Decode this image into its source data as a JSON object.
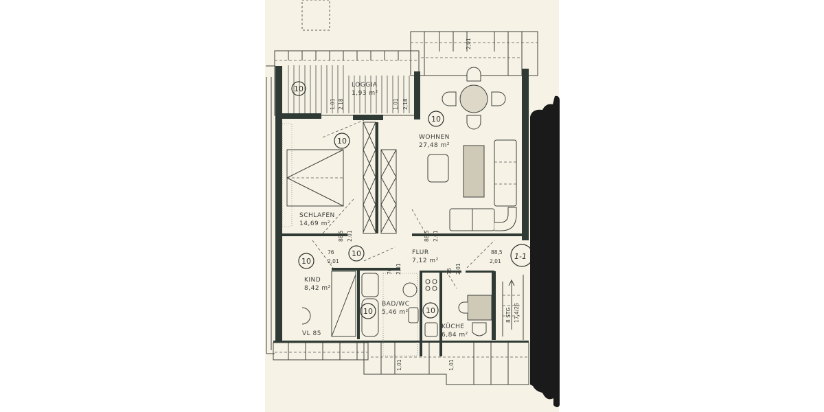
{
  "floorplan": {
    "rooms": [
      {
        "id": "loggia",
        "name": "LOGGIA",
        "area": "1,93 m²",
        "marker": "10"
      },
      {
        "id": "wohnen",
        "name": "WOHNEN",
        "area": "27,48 m²",
        "marker": "10"
      },
      {
        "id": "schlafen",
        "name": "SCHLAFEN",
        "area": "14,69 m²",
        "marker": "10"
      },
      {
        "id": "flur",
        "name": "FLUR",
        "area": "7,12 m²",
        "marker": "10"
      },
      {
        "id": "kind",
        "name": "KIND",
        "area": "8,42 m²",
        "marker": "10"
      },
      {
        "id": "badwc",
        "name": "BAD/WC",
        "area": "5,46 m²",
        "marker": "10"
      },
      {
        "id": "kueche",
        "name": "KÜCHE",
        "area": "6,84 m²",
        "marker": "10"
      }
    ],
    "labels": {
      "vl": "VL 85",
      "section_marker": "1-1",
      "stair": "8 STG",
      "stair_dim": "17,4/26"
    },
    "dimensions": {
      "loggia_left_a": "1,01",
      "loggia_left_b": "2,18",
      "loggia_right_a": "1,01",
      "loggia_right_b": "2,18",
      "top_window": "2,01",
      "schlafen_door_w": "88,5",
      "schlafen_door_h": "2,01",
      "wohnen_door_w": "88,5",
      "wohnen_door_h": "2,01",
      "kind_door_w": "76",
      "kind_door_h": "2,01",
      "bad_door_w": "76",
      "bad_door_h": "2,01",
      "kueche_door_w": "76",
      "kueche_door_h": "2,01",
      "entry_door_w": "88,5",
      "entry_door_h": "2,01",
      "bottom_a": "1,01",
      "bottom_b": "1,01"
    }
  }
}
